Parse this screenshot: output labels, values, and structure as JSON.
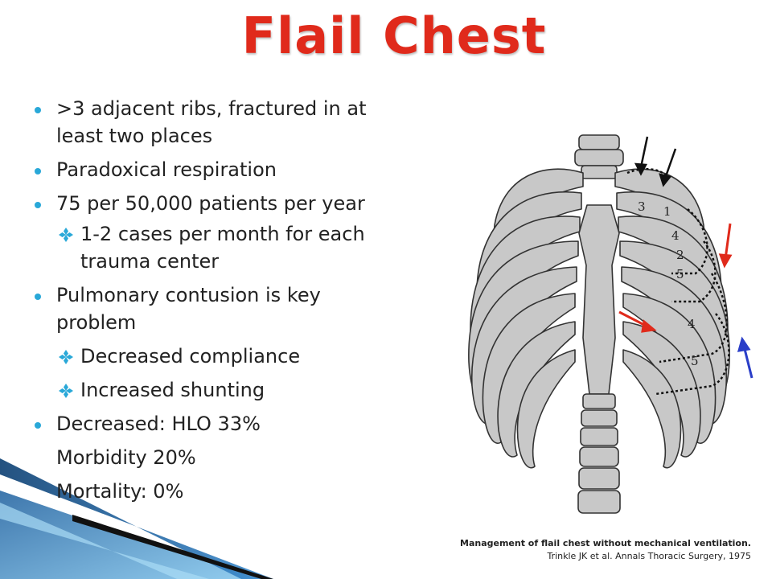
{
  "slide": {
    "title": "Flail Chest",
    "bullets": {
      "b1_line1": ">3 adjacent ribs, fractured in at",
      "b1_line2": "least two places",
      "b2": "Paradoxical respiration",
      "b3": "75 per 50,000 patients per year",
      "b3_sub1_line1": "1-2 cases per month for each",
      "b3_sub1_line2": "trauma center",
      "b4_line1": "Pulmonary contusion is key",
      "b4_line2": "problem",
      "b4_sub1": "Decreased compliance",
      "b4_sub2": "Increased shunting",
      "b5": "Decreased: HLO 33%",
      "b5_cont1": "Morbidity 20%",
      "b5_cont2": "Mortality: 0%"
    },
    "figure_labels": [
      "3",
      "1",
      "4",
      "2",
      "5",
      "4",
      "5"
    ],
    "caption": {
      "line1": "Management of flail chest without mechanical ventilation.",
      "line2": "Trinkle JK et al.  Annals Thoracic Surgery, 1975"
    },
    "colors": {
      "title": "#e02a1b",
      "bullet": "#29a8d8",
      "arrow_red": "#e02a1b",
      "arrow_blue": "#2a3ec8",
      "bone": "#c8c8c8"
    }
  }
}
